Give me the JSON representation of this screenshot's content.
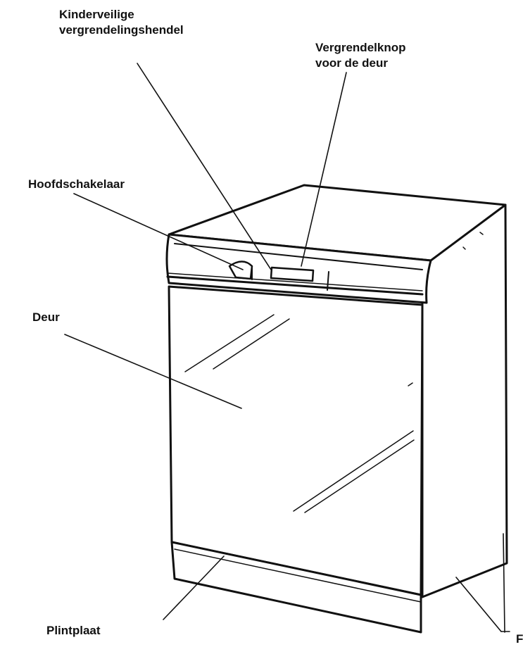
{
  "labels": {
    "child_lock_line1": "Kinderveilige",
    "child_lock_line2": "vergrendelingshendel",
    "door_lock_line1": "Vergrendelknop",
    "door_lock_line2": "voor de deur",
    "main_switch": "Hoofdschakelaar",
    "door": "Deur",
    "plinth": "Plintplaat",
    "corner_mark": "F"
  },
  "colors": {
    "line": "#111111",
    "background": "#ffffff"
  }
}
